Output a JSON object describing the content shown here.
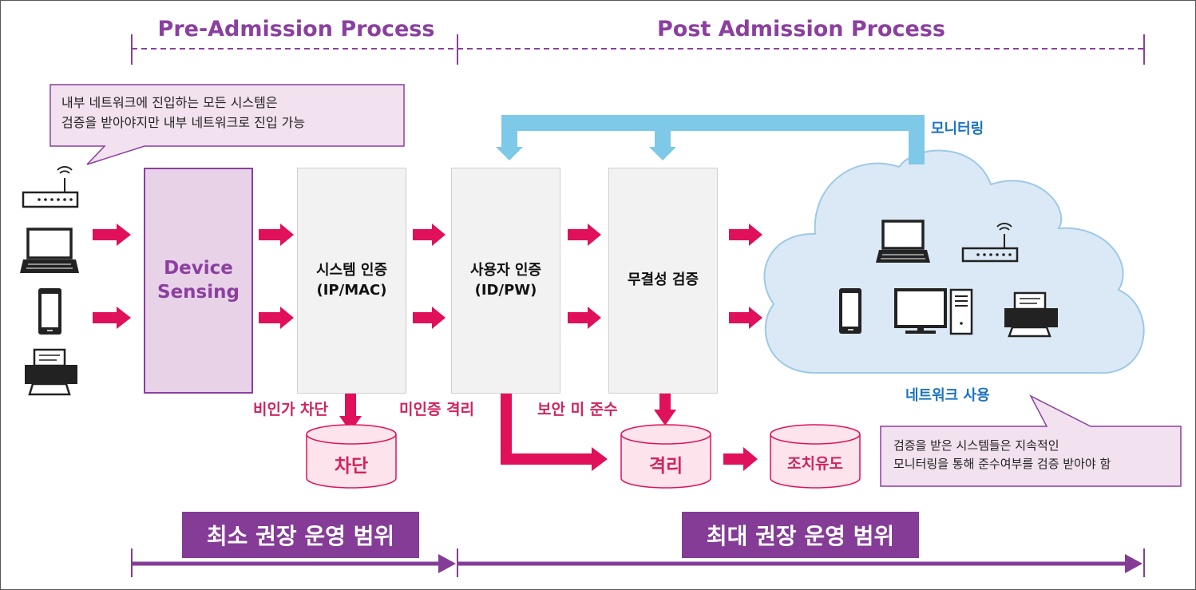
{
  "phases": {
    "pre": "Pre-Admission Process",
    "post": "Post Admission Process"
  },
  "callout_top": {
    "text": "내부 네트워크에 진입하는 모든 시스템은\n검증을 받아야지만 내부 네트워크로 진입 가능"
  },
  "callout_bottom": {
    "text": "검증을 받은 시스템들은 지속적인\n모니터링을 통해 준수여부를 검증 받아야 함"
  },
  "devices_left": [
    "wifi-router-icon",
    "laptop-icon",
    "smartphone-icon",
    "printer-icon"
  ],
  "device_sensing": "Device\nSensing",
  "steps": [
    {
      "label": "시스템 인증\n(IP/MAC)"
    },
    {
      "label": "사용자 인증\n(ID/PW)"
    },
    {
      "label": "무결성 검증"
    }
  ],
  "monitoring_label": "모니터링",
  "network_label": "네트워크 사용",
  "cloud_devices": [
    "laptop-icon",
    "wifi-router-icon",
    "smartphone-icon",
    "desktop-computer-icon",
    "printer-icon"
  ],
  "failures": {
    "unauthorized_block": "비인가 차단",
    "unauth_quarantine": "미인증 격리",
    "noncompliance": "보안 미 준수"
  },
  "outcomes": {
    "block": "차단",
    "quarantine": "격리",
    "remediation": "조치유도"
  },
  "ranges": {
    "min": "최소 권장 운영 범위",
    "max": "최대 권장 운영 범위"
  },
  "colors": {
    "purple": "#8b3fa0",
    "pink": "#e0105a",
    "blue_arrow": "#7ec8e8",
    "cloud": "#dbe9f6",
    "range_box": "#843c96"
  }
}
